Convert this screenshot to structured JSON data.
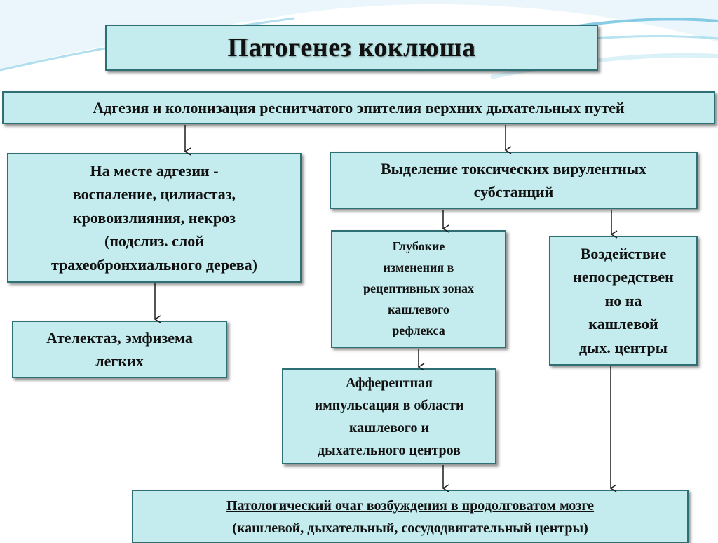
{
  "title": "Патогенез коклюша",
  "adhesion": "Адгезия и колонизация реснитчатого эпителия верхних дыхательных путей",
  "local_site": {
    "lines": [
      "На месте адгезии -",
      "воспаление, цилиастаз,",
      "кровоизлияния, некроз",
      "(подслиз. слой",
      "трахеобронхиального дерева)"
    ]
  },
  "atelectasis": {
    "lines": [
      "Ателектаз, эмфизема",
      "легких"
    ]
  },
  "toxins": {
    "lines": [
      "Выделение токсических вирулентных",
      "субстанций"
    ]
  },
  "receptive": {
    "lines": [
      "Глубокие",
      "изменения в",
      "рецептивных зонах",
      "кашлевого",
      "рефлекса"
    ]
  },
  "direct": {
    "lines": [
      "Воздействие",
      "непосредствен",
      "но на",
      "кашлевой",
      "дых. центры"
    ]
  },
  "afferent": {
    "lines": [
      "Афферентная",
      "импульсация в области",
      "кашлевого и",
      "дыхательного центров"
    ]
  },
  "focus": {
    "line1": "Патологический очаг возбуждения в продолговатом мозге",
    "line2": "(кашлевой, дыхательный, сосудодвигательный центры)"
  },
  "colors": {
    "box_fill": "#c4ecee",
    "box_border": "#2e6f74",
    "arrow": "#1a1a1a",
    "wave": "#7cc8e0"
  }
}
